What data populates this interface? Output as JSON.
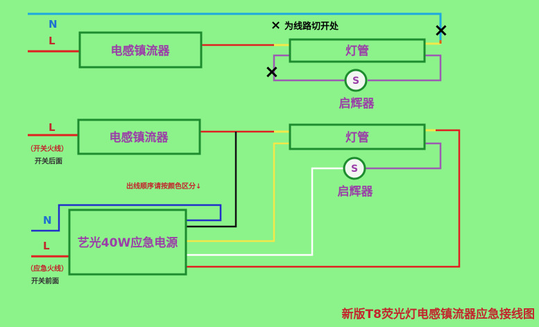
{
  "diagram_title": "新版T8荧光灯电感镇流器应急接线图",
  "top": {
    "n_label": "N",
    "l_label": "L",
    "ballast_label": "电感镇流器",
    "tube_label": "灯管",
    "starter_symbol": "S",
    "starter_label": "启辉器",
    "cut_note": "为线路切开处",
    "cut_mark": "×"
  },
  "bottom": {
    "l_label": "L",
    "l_note1": "（开关火线）",
    "l_note2": "开关后面",
    "ballast_label": "电感镇流器",
    "tube_label": "灯管",
    "starter_symbol": "S",
    "starter_label": "启辉器",
    "wire_note": "出线顺序请按颜色区分↓",
    "emergency_label": "艺光40W应急电源",
    "n_label": "N",
    "l2_label": "L",
    "l2_note1": "（应急火线）",
    "l2_note2": "开关前面"
  },
  "colors": {
    "background": "#8cf28a",
    "box_border": "#1d8c2e",
    "label": "#9b3fa8",
    "neutral_wire": "#1da8e0",
    "live_wire": "#e02020",
    "yellow_wire": "#f2e84a",
    "purple_wire": "#9b5bb0",
    "blue_wire": "#2030c8",
    "black_wire": "#111111",
    "white_wire": "#ffffff",
    "orange_wire": "#e06010",
    "title_color": "#c2272d"
  }
}
